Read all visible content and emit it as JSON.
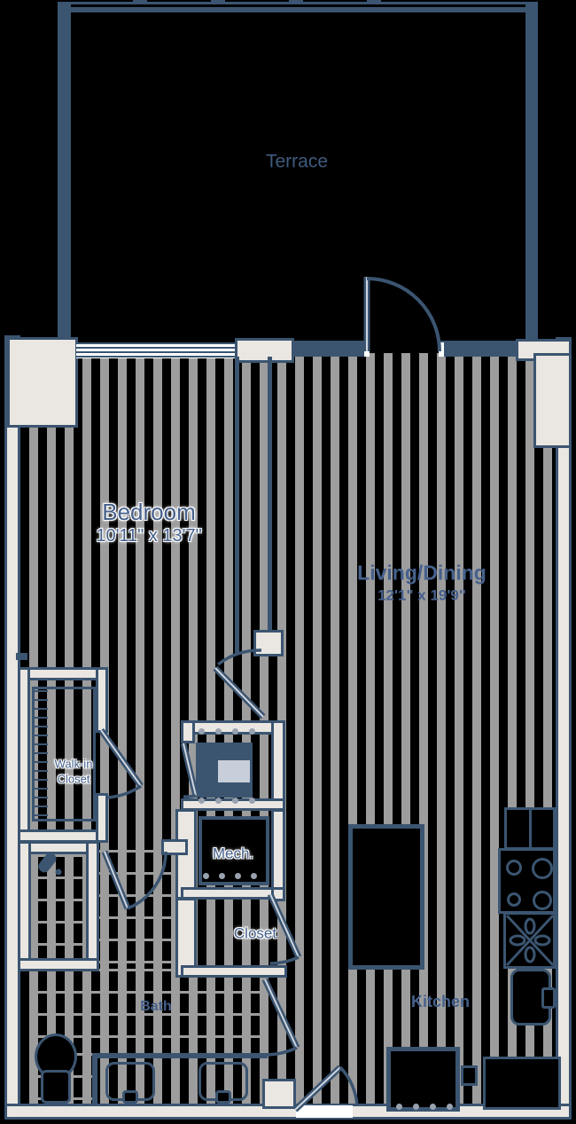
{
  "plan": {
    "type": "apartment-floor-plan",
    "colors": {
      "wall_navy": "#3b5571",
      "wall_fill_beige": "#eae6e1",
      "floor_stripe_gray": "#9d9d9d",
      "label_blue": "#46618c",
      "background": "#000000"
    },
    "labels": {
      "terrace": "Terrace",
      "bedroom": {
        "name": "Bedroom",
        "dims": "10'11\" x 13'7\""
      },
      "living": {
        "name": "Living/Dining",
        "dims": "12'1\" x 19'9\""
      },
      "walkin": {
        "line1": "Walk-in",
        "line2": "Closet"
      },
      "mech": "Mech.",
      "closet": "Closet",
      "bath": "Bath",
      "kitchen": "Kitchen"
    }
  }
}
